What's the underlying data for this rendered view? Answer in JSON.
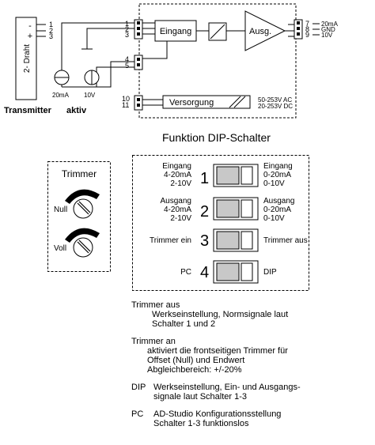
{
  "schematic": {
    "transmitter_box_label": "2- Draht",
    "transmitter_pins": [
      "1",
      "2",
      "3"
    ],
    "transmitter_signs": [
      "-",
      "+"
    ],
    "transmitter_caption": "Transmitter",
    "source_current_label": "20mA",
    "source_voltage_label": "10V",
    "aktiv_caption": "aktiv",
    "input_pins": [
      "1",
      "2",
      "3",
      "4",
      "5"
    ],
    "power_pins": [
      "10",
      "11"
    ],
    "output_pins": [
      "7",
      "8",
      "9"
    ],
    "output_labels": [
      "20mA",
      "GND",
      "10V"
    ],
    "eingang_label": "Eingang",
    "ausgang_label": "Ausg.",
    "versorgung_label": "Versorgung",
    "supply_ac": "50-253V AC",
    "supply_dc": "20-253V DC"
  },
  "dip_title": "Funktion DIP-Schalter",
  "trimmer": {
    "title": "Trimmer",
    "null_label": "Null",
    "voll_label": "Voll"
  },
  "switches": [
    {
      "number": "1",
      "left": [
        "Eingang",
        "4-20mA",
        "2-10V"
      ],
      "right": [
        "Eingang",
        "0-20mA",
        "0-10V"
      ]
    },
    {
      "number": "2",
      "left": [
        "Ausgang",
        "4-20mA",
        "2-10V"
      ],
      "right": [
        "Ausgang",
        "0-20mA",
        "0-10V"
      ]
    },
    {
      "number": "3",
      "left": [
        "Trimmer ein"
      ],
      "right": [
        "Trimmer aus"
      ]
    },
    {
      "number": "4",
      "left": [
        "PC"
      ],
      "right": [
        "DIP"
      ]
    }
  ],
  "notes": {
    "trimmer_aus_head": "Trimmer aus",
    "trimmer_aus_body": [
      "Werkseinstellung, Normsignale laut",
      "Schalter 1 und 2"
    ],
    "trimmer_an_head": "Trimmer an",
    "trimmer_an_body": [
      "aktiviert die frontseitigen Trimmer für",
      "Offset (Null) und Endwert",
      "Abgleichbereich: +/-20%"
    ],
    "dip_key": "DIP",
    "dip_body": [
      "Werkseinstellung, Ein- und Ausgangs-",
      "signale laut Schalter 1-3"
    ],
    "pc_key": "PC",
    "pc_body": [
      "AD-Studio Konfigurationsstellung",
      "Schalter 1-3 funktionslos"
    ]
  }
}
